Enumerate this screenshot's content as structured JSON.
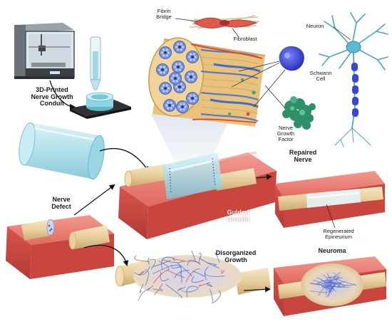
{
  "labels": {
    "printed_conduit": "3D-Printed\nNerve Growth\nConduit",
    "fibrin_bridge": "Fibrin\nBridge",
    "fibroblast": "Fibroblast",
    "neuron": "Neuron",
    "schwann_cell": "Schwann\nCell",
    "nerve_growth_factor": "Nerve\nGrowth\nFactor",
    "repaired_nerve": "Repaired\nNerve",
    "nerve_defect": "Nerve\nDefect",
    "guided_growth": "Guided\nGrowth",
    "regenerated_epineurium": "Regenerated\nEpineurium",
    "disorganized_growth": "Disorganized\nGrowth",
    "neuroma": "Neuroma"
  },
  "colors": {
    "muscle": "#e0665f",
    "muscle_dark": "#b8403b",
    "nerve": "#e8d0a0",
    "conduit": "#a8dde8",
    "schwann": "#3a46d8",
    "ngf": "#3da07a",
    "axon_blue": "#3f6fd0",
    "neuron": "#4aa6c4"
  }
}
